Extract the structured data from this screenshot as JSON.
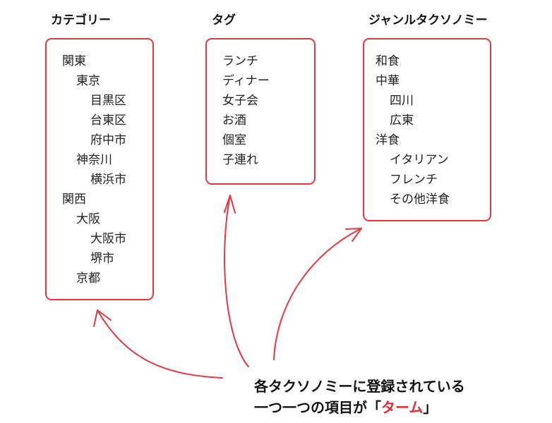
{
  "columns": [
    {
      "heading": "カテゴリー",
      "items": [
        {
          "label": "関東",
          "level": 0
        },
        {
          "label": "東京",
          "level": 1
        },
        {
          "label": "目黒区",
          "level": 2
        },
        {
          "label": "台東区",
          "level": 2
        },
        {
          "label": "府中市",
          "level": 2
        },
        {
          "label": "神奈川",
          "level": 1
        },
        {
          "label": "横浜市",
          "level": 2
        },
        {
          "label": "関西",
          "level": 0
        },
        {
          "label": "大阪",
          "level": 1
        },
        {
          "label": "大阪市",
          "level": 2
        },
        {
          "label": "堺市",
          "level": 2
        },
        {
          "label": "京都",
          "level": 1
        }
      ]
    },
    {
      "heading": "タグ",
      "items": [
        {
          "label": "ランチ",
          "level": 0
        },
        {
          "label": "ディナー",
          "level": 0
        },
        {
          "label": "女子会",
          "level": 0
        },
        {
          "label": "お酒",
          "level": 0
        },
        {
          "label": "個室",
          "level": 0
        },
        {
          "label": "子連れ",
          "level": 0
        }
      ]
    },
    {
      "heading": "ジャンルタクソノミー",
      "items": [
        {
          "label": "和食",
          "level": 0
        },
        {
          "label": "中華",
          "level": 0
        },
        {
          "label": "四川",
          "level": 1
        },
        {
          "label": "広東",
          "level": 1
        },
        {
          "label": "洋食",
          "level": 0
        },
        {
          "label": "イタリアン",
          "level": 1
        },
        {
          "label": "フレンチ",
          "level": 1
        },
        {
          "label": "その他洋食",
          "level": 1
        }
      ]
    }
  ],
  "caption": {
    "line1": "各タクソノミーに登録されている",
    "line2_prefix": "一つ一つの項目が「",
    "line2_term": "ターム",
    "line2_suffix": "」"
  },
  "colors": {
    "accent": "#e8363d",
    "term": "#e8282e",
    "text": "#222222"
  }
}
